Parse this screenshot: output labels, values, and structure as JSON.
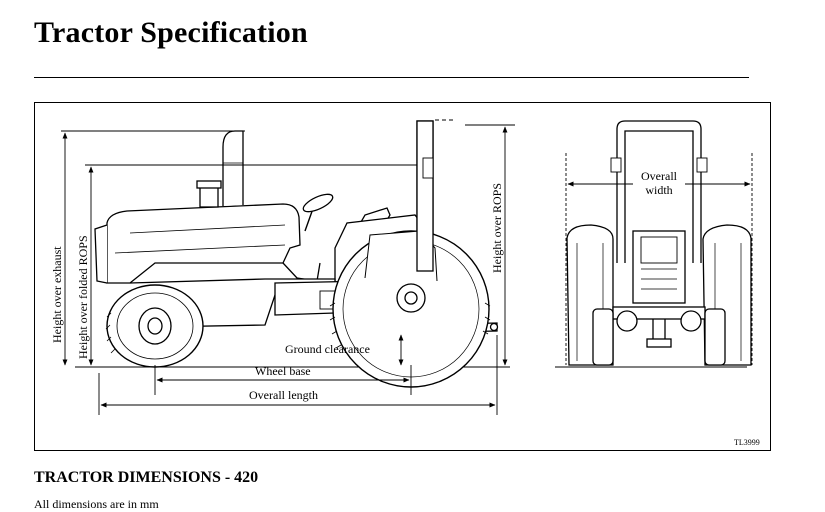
{
  "page": {
    "title": "Tractor Specification"
  },
  "figure": {
    "labels": {
      "height_over_exhaust": "Height over exhaust",
      "height_over_folded_rops": "Height over folded ROPS",
      "height_over_rops": "Height over ROPS",
      "ground_clearance": "Ground clearance",
      "wheel_base": "Wheel base",
      "overall_length": "Overall length",
      "overall_width_line1": "Overall",
      "overall_width_line2": "width"
    },
    "code": "TL3999"
  },
  "section": {
    "heading": "TRACTOR DIMENSIONS - 420",
    "note": "All dimensions are in mm"
  }
}
